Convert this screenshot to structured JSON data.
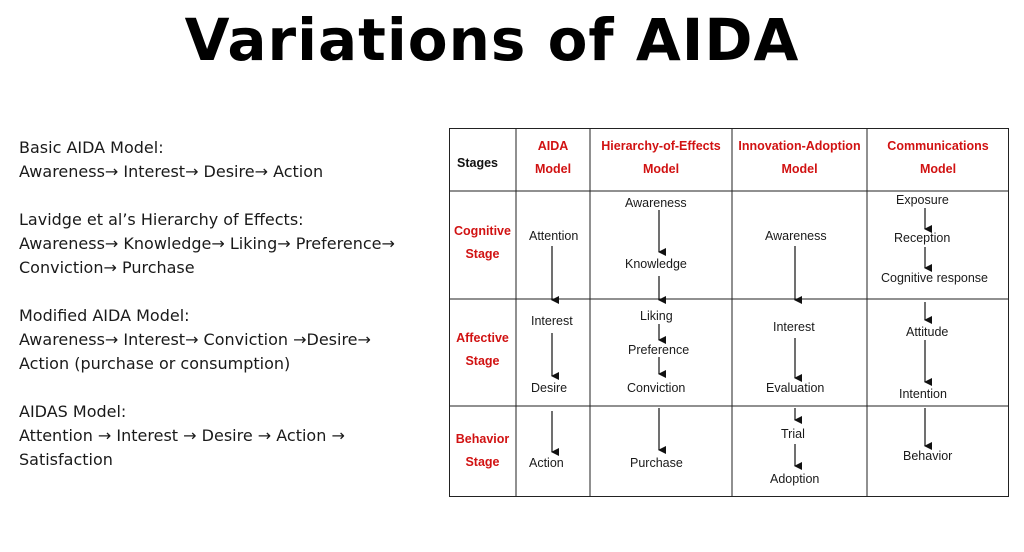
{
  "title": "Variations of AIDA",
  "models": [
    {
      "title": "Basic AIDA Model:",
      "sequence": [
        "Awareness→ Interest→ Desire→ Action"
      ]
    },
    {
      "title": "Lavidge et al’s Hierarchy of Effects:",
      "sequence": [
        "Awareness→ Knowledge→ Liking→ Preference→",
        "Conviction→ Purchase"
      ]
    },
    {
      "title": "Modified AIDA Model:",
      "sequence": [
        "Awareness→ Interest→ Conviction →Desire→",
        "Action (purchase or consumption)"
      ]
    },
    {
      "title": "AIDAS Model:",
      "sequence": [
        "Attention → Interest → Desire → Action →",
        "Satisfaction"
      ]
    }
  ],
  "table": {
    "stages_header": "Stages",
    "columns": [
      {
        "line1": "AIDA",
        "line2": "Model"
      },
      {
        "line1": "Hierarchy-of-Effects",
        "line2": "Model"
      },
      {
        "line1": "Innovation-Adoption",
        "line2": "Model"
      },
      {
        "line1": "Communications",
        "line2": "Model"
      }
    ],
    "stages": [
      {
        "line1": "Cognitive",
        "line2": "Stage"
      },
      {
        "line1": "Affective",
        "line2": "Stage"
      },
      {
        "line1": "Behavior",
        "line2": "Stage"
      }
    ],
    "cells": {
      "aida": [
        "Attention",
        "Interest",
        "Desire",
        "Action"
      ],
      "hoe": [
        "Awareness",
        "Knowledge",
        "Liking",
        "Preference",
        "Conviction",
        "Purchase"
      ],
      "ia": [
        "Awareness",
        "Interest",
        "Evaluation",
        "Trial",
        "Adoption"
      ],
      "comm": [
        "Exposure",
        "Reception",
        "Cognitive response",
        "Attitude",
        "Intention",
        "Behavior"
      ]
    }
  }
}
